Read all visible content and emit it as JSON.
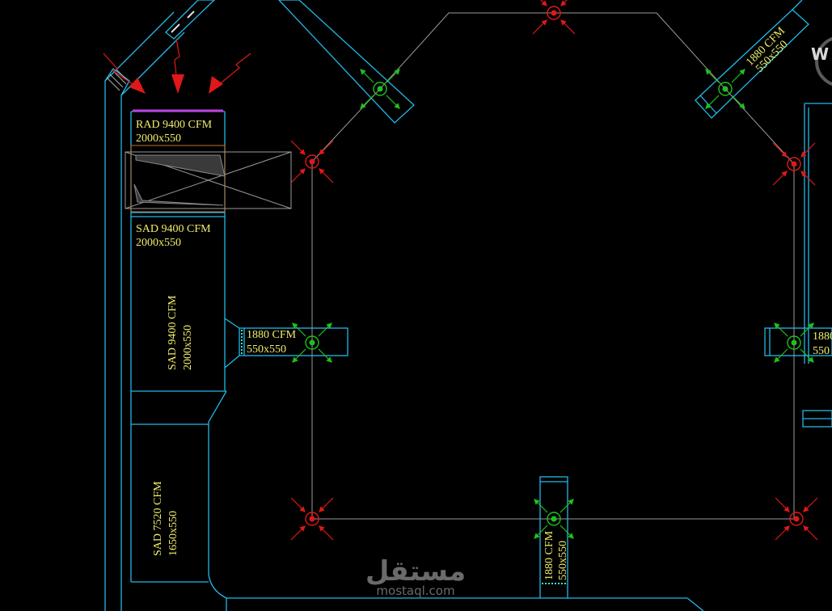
{
  "labels": {
    "rad_main_cfm": "RAD 9400 CFM",
    "rad_main_size": "2000x550",
    "sad_main_cfm": "SAD 9400 CFM",
    "sad_main_size": "2000x550",
    "sad_vert_cfm": "SAD 9400 CFM",
    "sad_vert_size": "2000x550",
    "sad_lower_cfm": "SAD 7520 CFM",
    "sad_lower_size": "1650x550",
    "branch_mid_cfm": "1880 CFM",
    "branch_mid_size": "550x550",
    "branch_right_cfm": "1880",
    "branch_right_size": "550",
    "branch_top_right_cfm": "1880 CFM",
    "branch_top_right_size": "550x550",
    "branch_bottom_cfm": "1880 CFM",
    "branch_bottom_size": "550x550",
    "corner_fragment": "W"
  },
  "watermark": {
    "arabic": "مستقل",
    "latin": "mostaql.com"
  },
  "colors": {
    "background": "#000000",
    "duct": "#22b8e8",
    "label": "#f2ee6a",
    "supply_diffuser": "#20c020",
    "return_diffuser": "#e01818",
    "connector": "#9a9a9a"
  }
}
